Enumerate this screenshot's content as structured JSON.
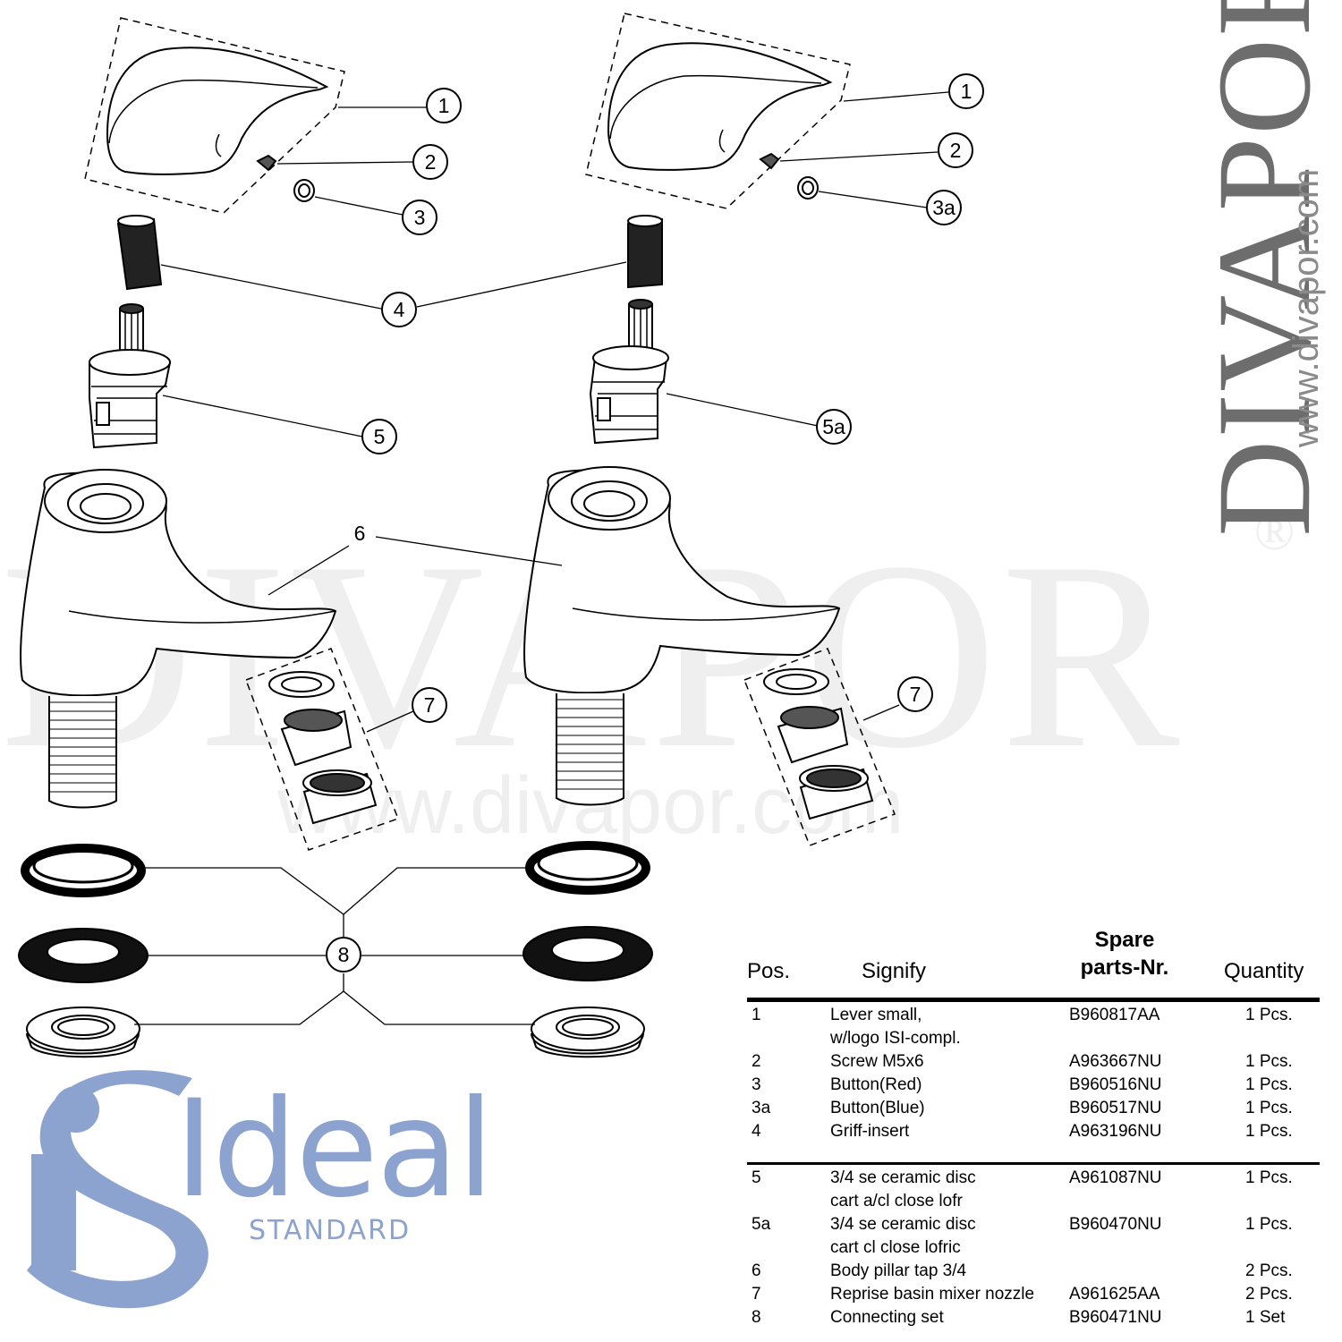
{
  "watermark": {
    "big": "DIVAPOR",
    "registered": "®",
    "url": "www.divapor.com"
  },
  "brand": {
    "name": "DIVAPOR",
    "registered": "®",
    "url": "www.divapor.com"
  },
  "logo": {
    "ideal": "Ideal",
    "standard": "STANDARD"
  },
  "callouts": {
    "c1l": "1",
    "c2l": "2",
    "c3": "3",
    "c4": "4",
    "c5": "5",
    "c6": "6",
    "c7l": "7",
    "c8": "8",
    "c1r": "1",
    "c2r": "2",
    "c3a": "3a",
    "c5a": "5a",
    "c7r": "7"
  },
  "table": {
    "headers": {
      "pos": "Pos.",
      "signify": "Signify",
      "spare1": "Spare",
      "spare2": "parts-Nr.",
      "quantity": "Quantity"
    },
    "rows": [
      {
        "pos": "1",
        "signify": "Lever small,\nw/logo ISI-compl.",
        "nr": "B960817AA",
        "qty": "1 Pcs."
      },
      {
        "pos": "2",
        "signify": "Screw M5x6",
        "nr": "A963667NU",
        "qty": "1 Pcs."
      },
      {
        "pos": "3",
        "signify": "Button(Red)",
        "nr": "B960516NU",
        "qty": "1 Pcs."
      },
      {
        "pos": "3a",
        "signify": "Button(Blue)",
        "nr": "B960517NU",
        "qty": "1 Pcs."
      },
      {
        "pos": "4",
        "signify": "Griff-insert",
        "nr": "A963196NU",
        "qty": "1 Pcs."
      },
      {
        "pos": "5",
        "signify": "3/4 se ceramic disc\ncart a/cl close lofr",
        "nr": "A961087NU",
        "qty": "1 Pcs."
      },
      {
        "pos": "5a",
        "signify": "3/4 se ceramic disc\ncart cl close lofric",
        "nr": "B960470NU",
        "qty": "1 Pcs."
      },
      {
        "pos": "6",
        "signify": "Body pillar tap 3/4",
        "nr": "",
        "qty": "2 Pcs."
      },
      {
        "pos": "7",
        "signify": "Reprise basin mixer nozzle",
        "nr": "A961625AA",
        "qty": "2 Pcs."
      },
      {
        "pos": "8",
        "signify": "Connecting set",
        "nr": "B960471NU",
        "qty": "1 Set"
      }
    ]
  },
  "colors": {
    "logo_blue": "#8ca3cf",
    "brand_grey": "#6d6d6d",
    "watermark": "#efefef"
  }
}
